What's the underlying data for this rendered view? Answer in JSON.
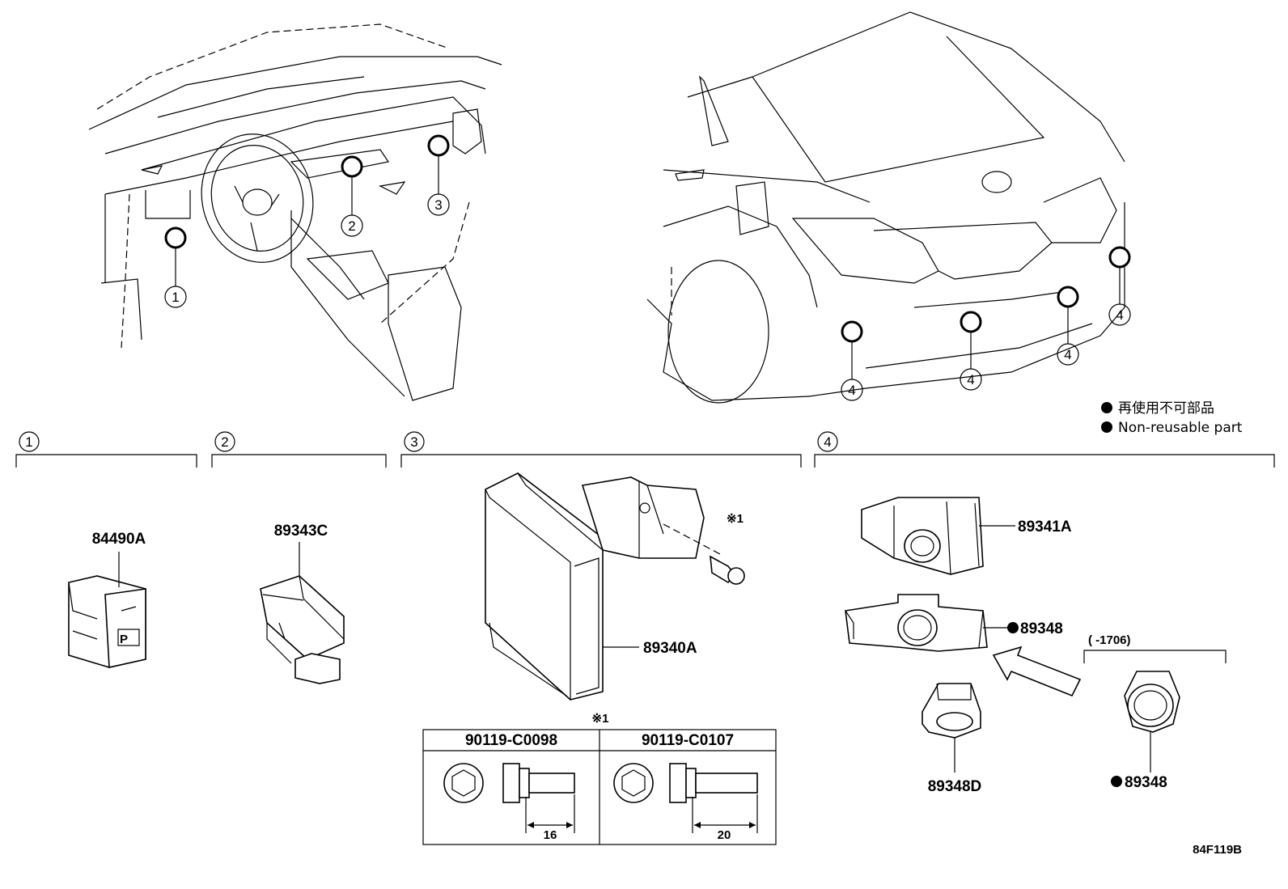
{
  "callouts": [
    "1",
    "2",
    "3",
    "4"
  ],
  "legend": {
    "line1": "再使用不可部品",
    "line2": "Non-reusable part"
  },
  "sections": [
    {
      "number": "1",
      "parts": [
        {
          "part_no": "84490A",
          "non_reusable": false
        }
      ]
    },
    {
      "number": "2",
      "parts": [
        {
          "part_no": "89343C",
          "non_reusable": false
        }
      ]
    },
    {
      "number": "3",
      "parts": [
        {
          "part_no": "89340A",
          "non_reusable": false
        }
      ],
      "fastener_mark": "※1"
    },
    {
      "number": "4",
      "parts": [
        {
          "part_no": "89341A",
          "non_reusable": false
        },
        {
          "part_no": "89348",
          "non_reusable": true
        },
        {
          "part_no": "89348D",
          "non_reusable": false
        },
        {
          "part_no": "89348",
          "non_reusable": true
        }
      ],
      "range_label": "(      -1706)"
    }
  ],
  "bolt_table": {
    "title": "※1",
    "columns": [
      {
        "part_no": "90119-C0098",
        "length": "16"
      },
      {
        "part_no": "90119-C0107",
        "length": "20"
      }
    ]
  },
  "figure_id": "84F119B"
}
